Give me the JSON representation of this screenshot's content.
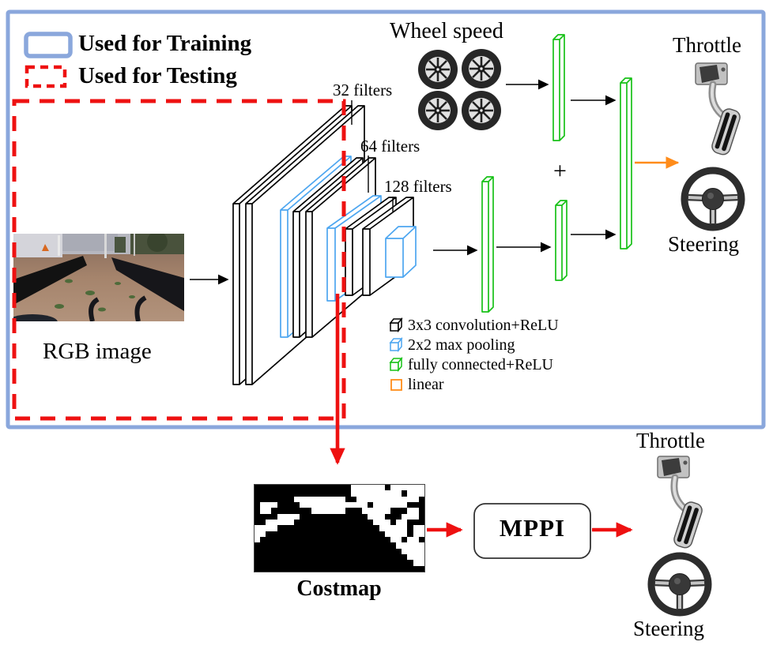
{
  "figure": {
    "legend": {
      "training_label": "Used for Training",
      "testing_label": "Used for Testing"
    },
    "inputs": {
      "wheel_speed_label": "Wheel speed",
      "rgb_image_label": "RGB image"
    },
    "cnn": {
      "filter_labels": [
        "32 filters",
        "64 filters",
        "128 filters"
      ]
    },
    "merge_plus": "+",
    "outputs_top": {
      "throttle_label": "Throttle",
      "steering_label": "Steering"
    },
    "key": {
      "conv_label": "3x3 convolution+ReLU",
      "pool_label": "2x2 max pooling",
      "fc_label": "fully connected+ReLU",
      "linear_label": "linear"
    },
    "testing_branch": {
      "costmap_label": "Costmap",
      "controller_label": "MPPI",
      "throttle_label": "Throttle",
      "steering_label": "Steering"
    },
    "colors": {
      "frame_blue": "#8aa7dc",
      "testing_red": "#ee1111",
      "conv_black": "#000000",
      "pool_blue": "#4da6f0",
      "fc_green": "#17c117",
      "linear_orange": "#ff8c1a"
    },
    "icons": [
      "wheel-icon",
      "throttle-pedal-icon",
      "steering-wheel-icon",
      "conv-cube-icon",
      "pool-cube-icon",
      "fc-cube-icon",
      "linear-square-icon"
    ],
    "costmap_bitmap": [
      "000000000000000001111110111111",
      "000000000000000001111111110111",
      "000000011111111100111111111110",
      "011100001111111111110111111000",
      "011000000011111100011111000110",
      "000011110000000000001110001110",
      "001111100000000000000111011000",
      "111100000000000000000011111011",
      "110000000000000000000001111011",
      "100000000000000000000000110110",
      "000000000000000000000000011111",
      "000000000000000000000000001111",
      "000000000000000000000000000111",
      "000000000000000000000000000011",
      "000000000000000000000000000000"
    ]
  }
}
